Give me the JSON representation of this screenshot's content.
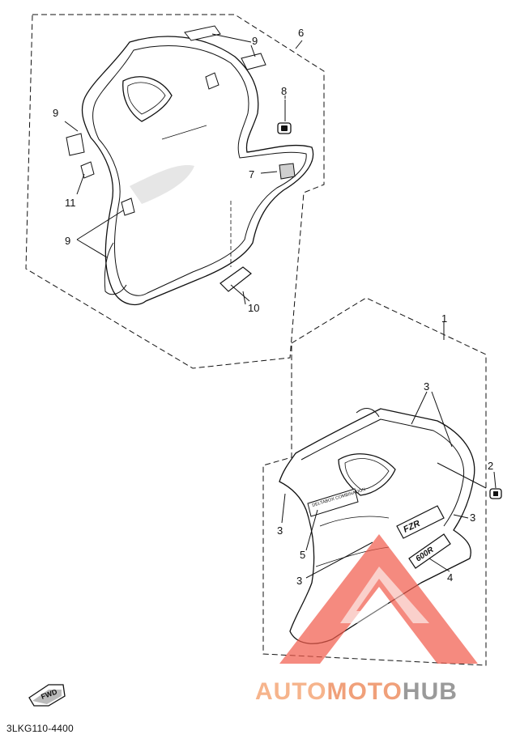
{
  "diagram": {
    "callouts": {
      "c1": "1",
      "c2": "2",
      "c3a": "3",
      "c3b": "3",
      "c3c": "3",
      "c3d": "3",
      "c4": "4",
      "c5": "5",
      "c6": "6",
      "c7": "7",
      "c8": "8",
      "c9a": "9",
      "c9b": "9",
      "c9c": "9",
      "c10": "10",
      "c11": "11"
    },
    "fwd_label": "FWD",
    "decal_text": "DELTABOX COMBINATION",
    "emblem_text": "FZR",
    "emblem_text_2": "600R",
    "part_code": "3LKG110-4400"
  },
  "watermark": {
    "part1": "AUTO",
    "part2": "MOTO",
    "part3": "HUB"
  },
  "colors": {
    "line": "#111111",
    "watermark_logo": "#f15a4a",
    "watermark_text_orange": "#f6b48c",
    "watermark_text_gray": "#9a9a9a"
  }
}
